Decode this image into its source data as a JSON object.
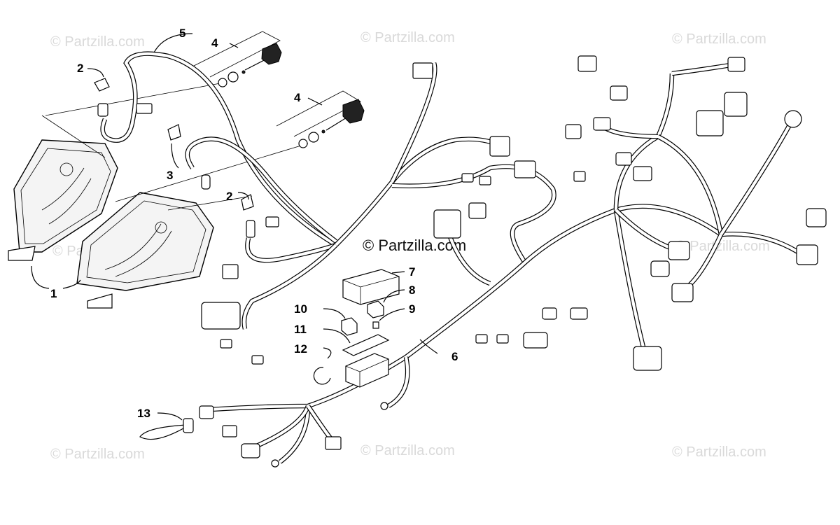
{
  "watermarks": {
    "tile_text": "© Partzilla.com",
    "center_text": "© Partzilla.com"
  },
  "callouts": [
    {
      "id": "1",
      "label": "1"
    },
    {
      "id": "2a",
      "label": "2"
    },
    {
      "id": "2b",
      "label": "2"
    },
    {
      "id": "3",
      "label": "3"
    },
    {
      "id": "4a",
      "label": "4"
    },
    {
      "id": "4b",
      "label": "4"
    },
    {
      "id": "5",
      "label": "5"
    },
    {
      "id": "6",
      "label": "6"
    },
    {
      "id": "7",
      "label": "7"
    },
    {
      "id": "8",
      "label": "8"
    },
    {
      "id": "9",
      "label": "9"
    },
    {
      "id": "10",
      "label": "10"
    },
    {
      "id": "11",
      "label": "11"
    },
    {
      "id": "12",
      "label": "12"
    },
    {
      "id": "13",
      "label": "13"
    }
  ]
}
